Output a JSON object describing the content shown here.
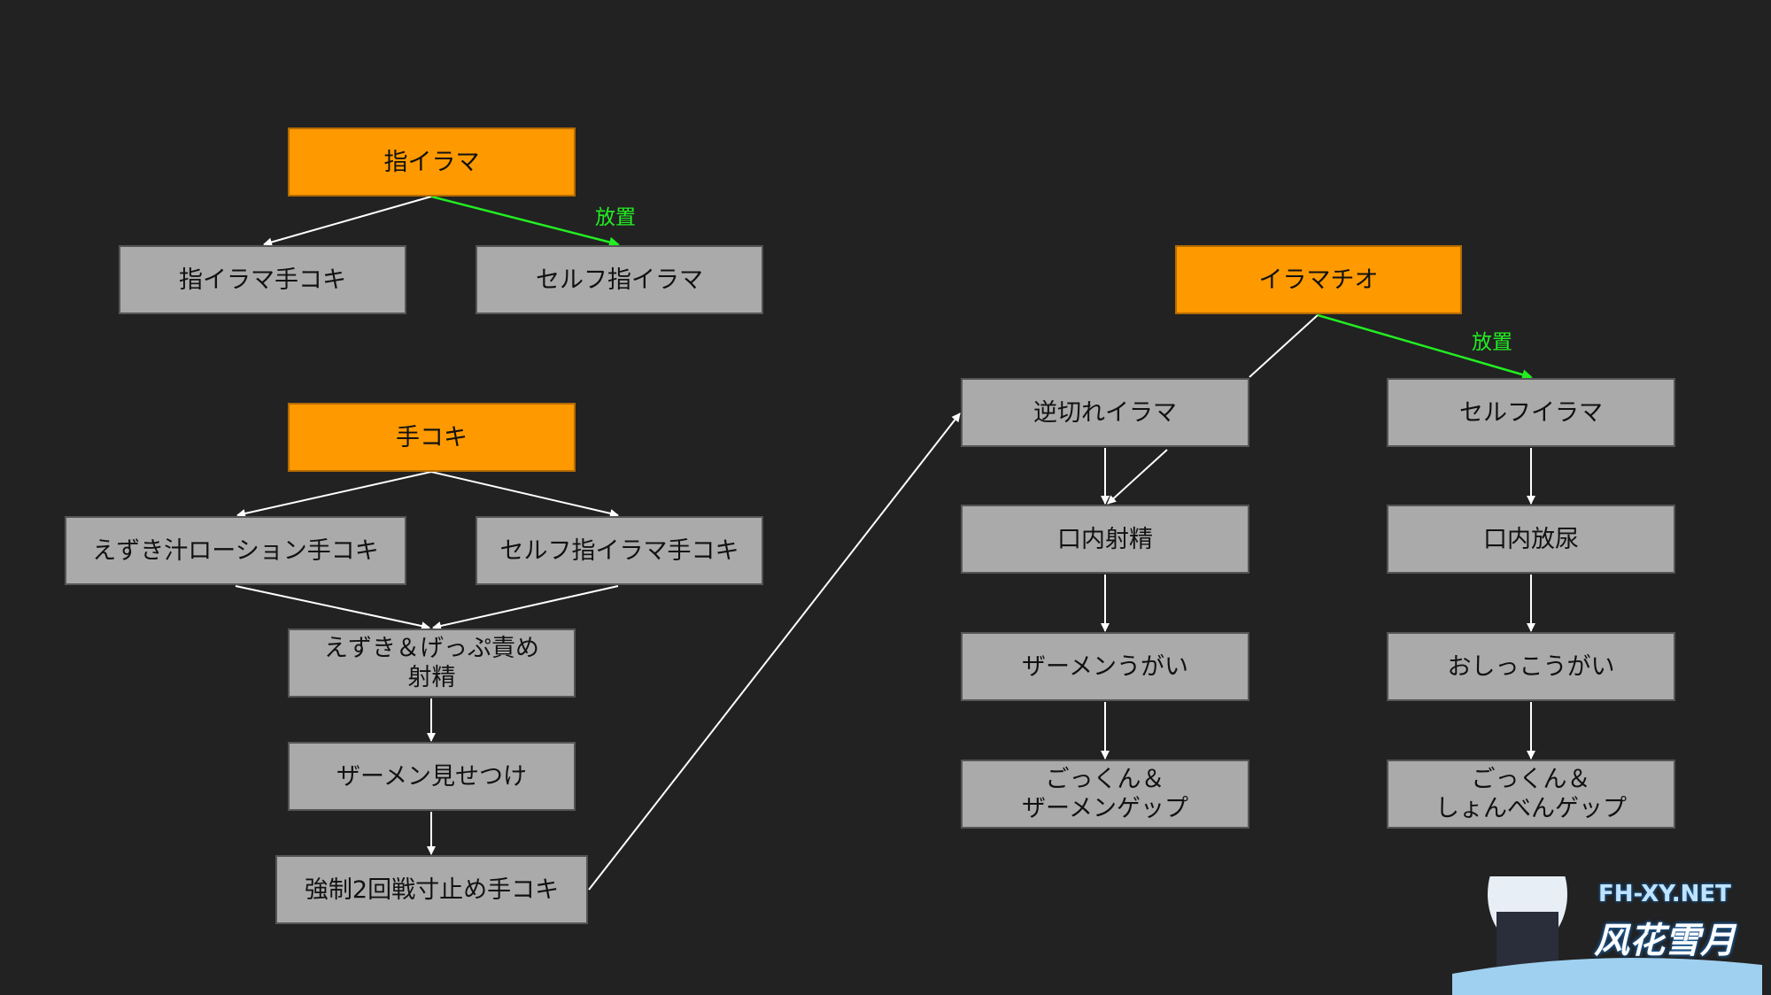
{
  "colors": {
    "background": "#222222",
    "root_node": "#ff9900",
    "node": "#aaaaaa",
    "edge": "#ffffff",
    "edge_label": "#22ee22"
  },
  "nodes": {
    "yubi_irama": "指イラマ",
    "yubi_irama_tekoki": "指イラマ手コキ",
    "self_yubi_irama": "セルフ指イラマ",
    "tekoki": "手コキ",
    "ezuki_lotion": "えずき汁ローション手コキ",
    "self_yubi_irama_tekoki": "セルフ指イラマ手コキ",
    "ezuki_geppu": "えずき＆げっぷ責め\n射精",
    "semen_misetsuke": "ザーメン見せつけ",
    "kyousei": "強制2回戦寸止め手コキ",
    "iramachio": "イラマチオ",
    "gyakugire": "逆切れイラマ",
    "self_irama": "セルフイラマ",
    "kounai_shasei": "口内射精",
    "kounai_hounyou": "口内放尿",
    "semen_ugai": "ザーメンうがい",
    "oshikko_ugai": "おしっこうがい",
    "gokkun_semen": "ごっくん＆\nザーメンゲップ",
    "gokkun_shonben": "ごっくん＆\nしょんべんゲップ"
  },
  "edge_labels": {
    "houchi_1": "放置",
    "houchi_2": "放置"
  },
  "watermark": {
    "site": "FH-XY.NET",
    "name": "风花雪月"
  }
}
